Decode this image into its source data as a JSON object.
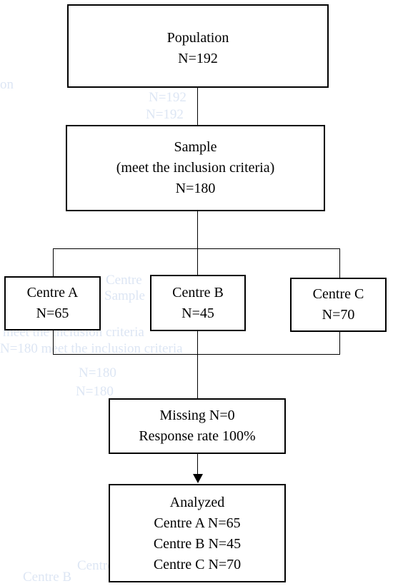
{
  "population": {
    "label": "Population",
    "count": "N=192"
  },
  "sample": {
    "label": "Sample",
    "note": "(meet the inclusion criteria)",
    "count": "N=180"
  },
  "centres": [
    {
      "label": "Centre A",
      "count": "N=65"
    },
    {
      "label": "Centre B",
      "count": "N=45"
    },
    {
      "label": "Centre C",
      "count": "N=70"
    }
  ],
  "missing": {
    "label": "Missing N=0",
    "response": "Response rate 100%"
  },
  "analyzed": {
    "label": "Analyzed",
    "rows": [
      "Centre A N=65",
      "Centre B N=45",
      "Centre C N=70"
    ]
  },
  "colors": {
    "line": "#000000",
    "ghost_text": "#dde6f4"
  }
}
